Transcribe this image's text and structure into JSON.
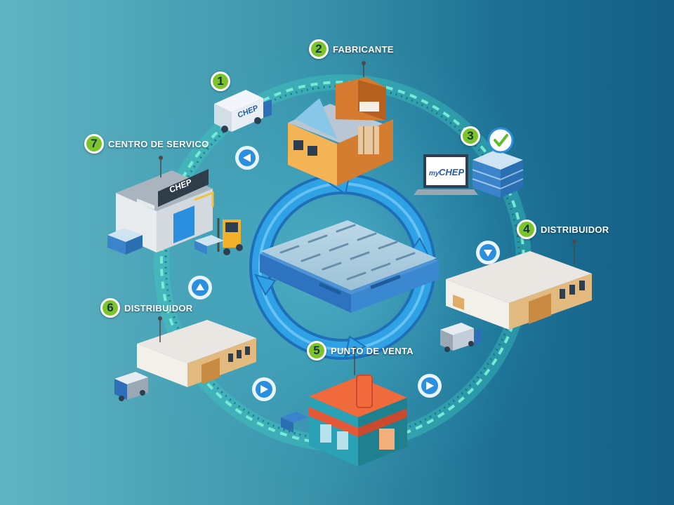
{
  "colors": {
    "badge": "#7bc52a",
    "ring": "#2a9bd8",
    "pallet": "#3a88d0",
    "loop": "#68e8c8",
    "arrow_node": "#2b8fe0"
  },
  "steps": [
    {
      "number": "1",
      "label": "",
      "icon": "delivery-truck"
    },
    {
      "number": "2",
      "label": "FABRICANTE",
      "icon": "factory"
    },
    {
      "number": "3",
      "label": "",
      "icon": "laptop-pallets"
    },
    {
      "number": "4",
      "label": "DISTRIBUIDOR",
      "icon": "warehouse"
    },
    {
      "number": "5",
      "label": "PUNTO DE VENTA",
      "icon": "store"
    },
    {
      "number": "6",
      "label": "DISTRIBUIDOR",
      "icon": "warehouse"
    },
    {
      "number": "7",
      "label": "CENTRO DE SERVICO",
      "icon": "service-center"
    }
  ],
  "brand": {
    "truck_logo": "CHEP",
    "laptop_logo_prefix": "my",
    "laptop_logo": "CHEP",
    "service_logo": "CHEP"
  }
}
